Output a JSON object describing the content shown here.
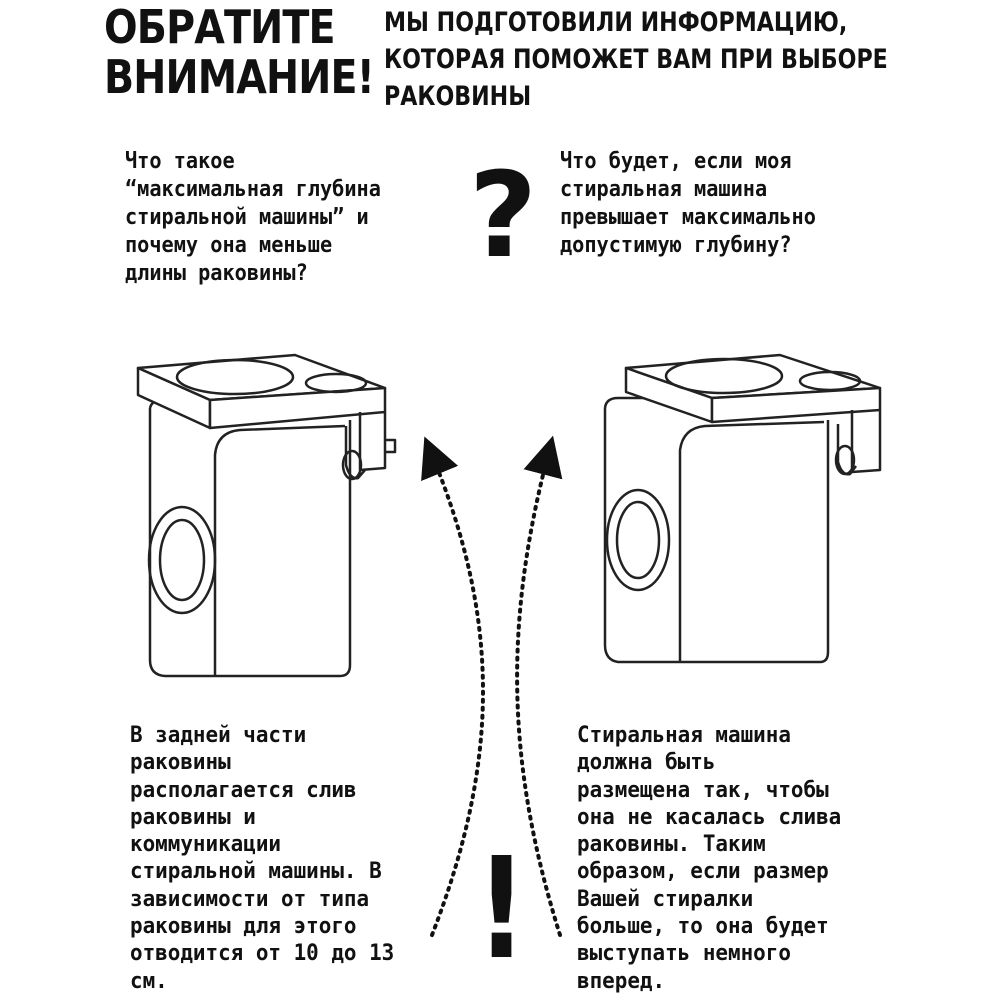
{
  "header": {
    "headline": [
      "ОБРАТИТЕ",
      "ВНИМАНИЕ!"
    ],
    "subheadline": [
      "МЫ ПОДГОТОВИЛИ ИНФОРМАЦИЮ,",
      "КОТОРАЯ ПОМОЖЕТ ВАМ ПРИ ВЫБОРЕ",
      "РАКОВИНЫ"
    ]
  },
  "question_left": [
    "Что такое",
    "“максимальная  глубина",
    "стиральной машины” и",
    "почему она меньше",
    "длины раковины?"
  ],
  "question_mark": "?",
  "question_right": [
    "Что будет, если моя",
    "стиральная машина",
    "превышает максимально",
    "допустимую глубину?"
  ],
  "answer_left": [
    "В задней части",
    "раковины",
    "располагается слив",
    "раковины и",
    "коммуникации",
    "стиральной машины. В",
    "зависимости от типа",
    "раковины для этого",
    "отводится от 10 до 13",
    "см."
  ],
  "exclamation_mark": "!",
  "answer_right": [
    "Стиральная машина",
    "должна быть",
    "размещена так, чтобы",
    "она не касалась слива",
    "раковины. Таким",
    "образом, если размер",
    "Вашей стиралки",
    "больше, то она будет",
    "выступать немного",
    "вперед."
  ]
}
